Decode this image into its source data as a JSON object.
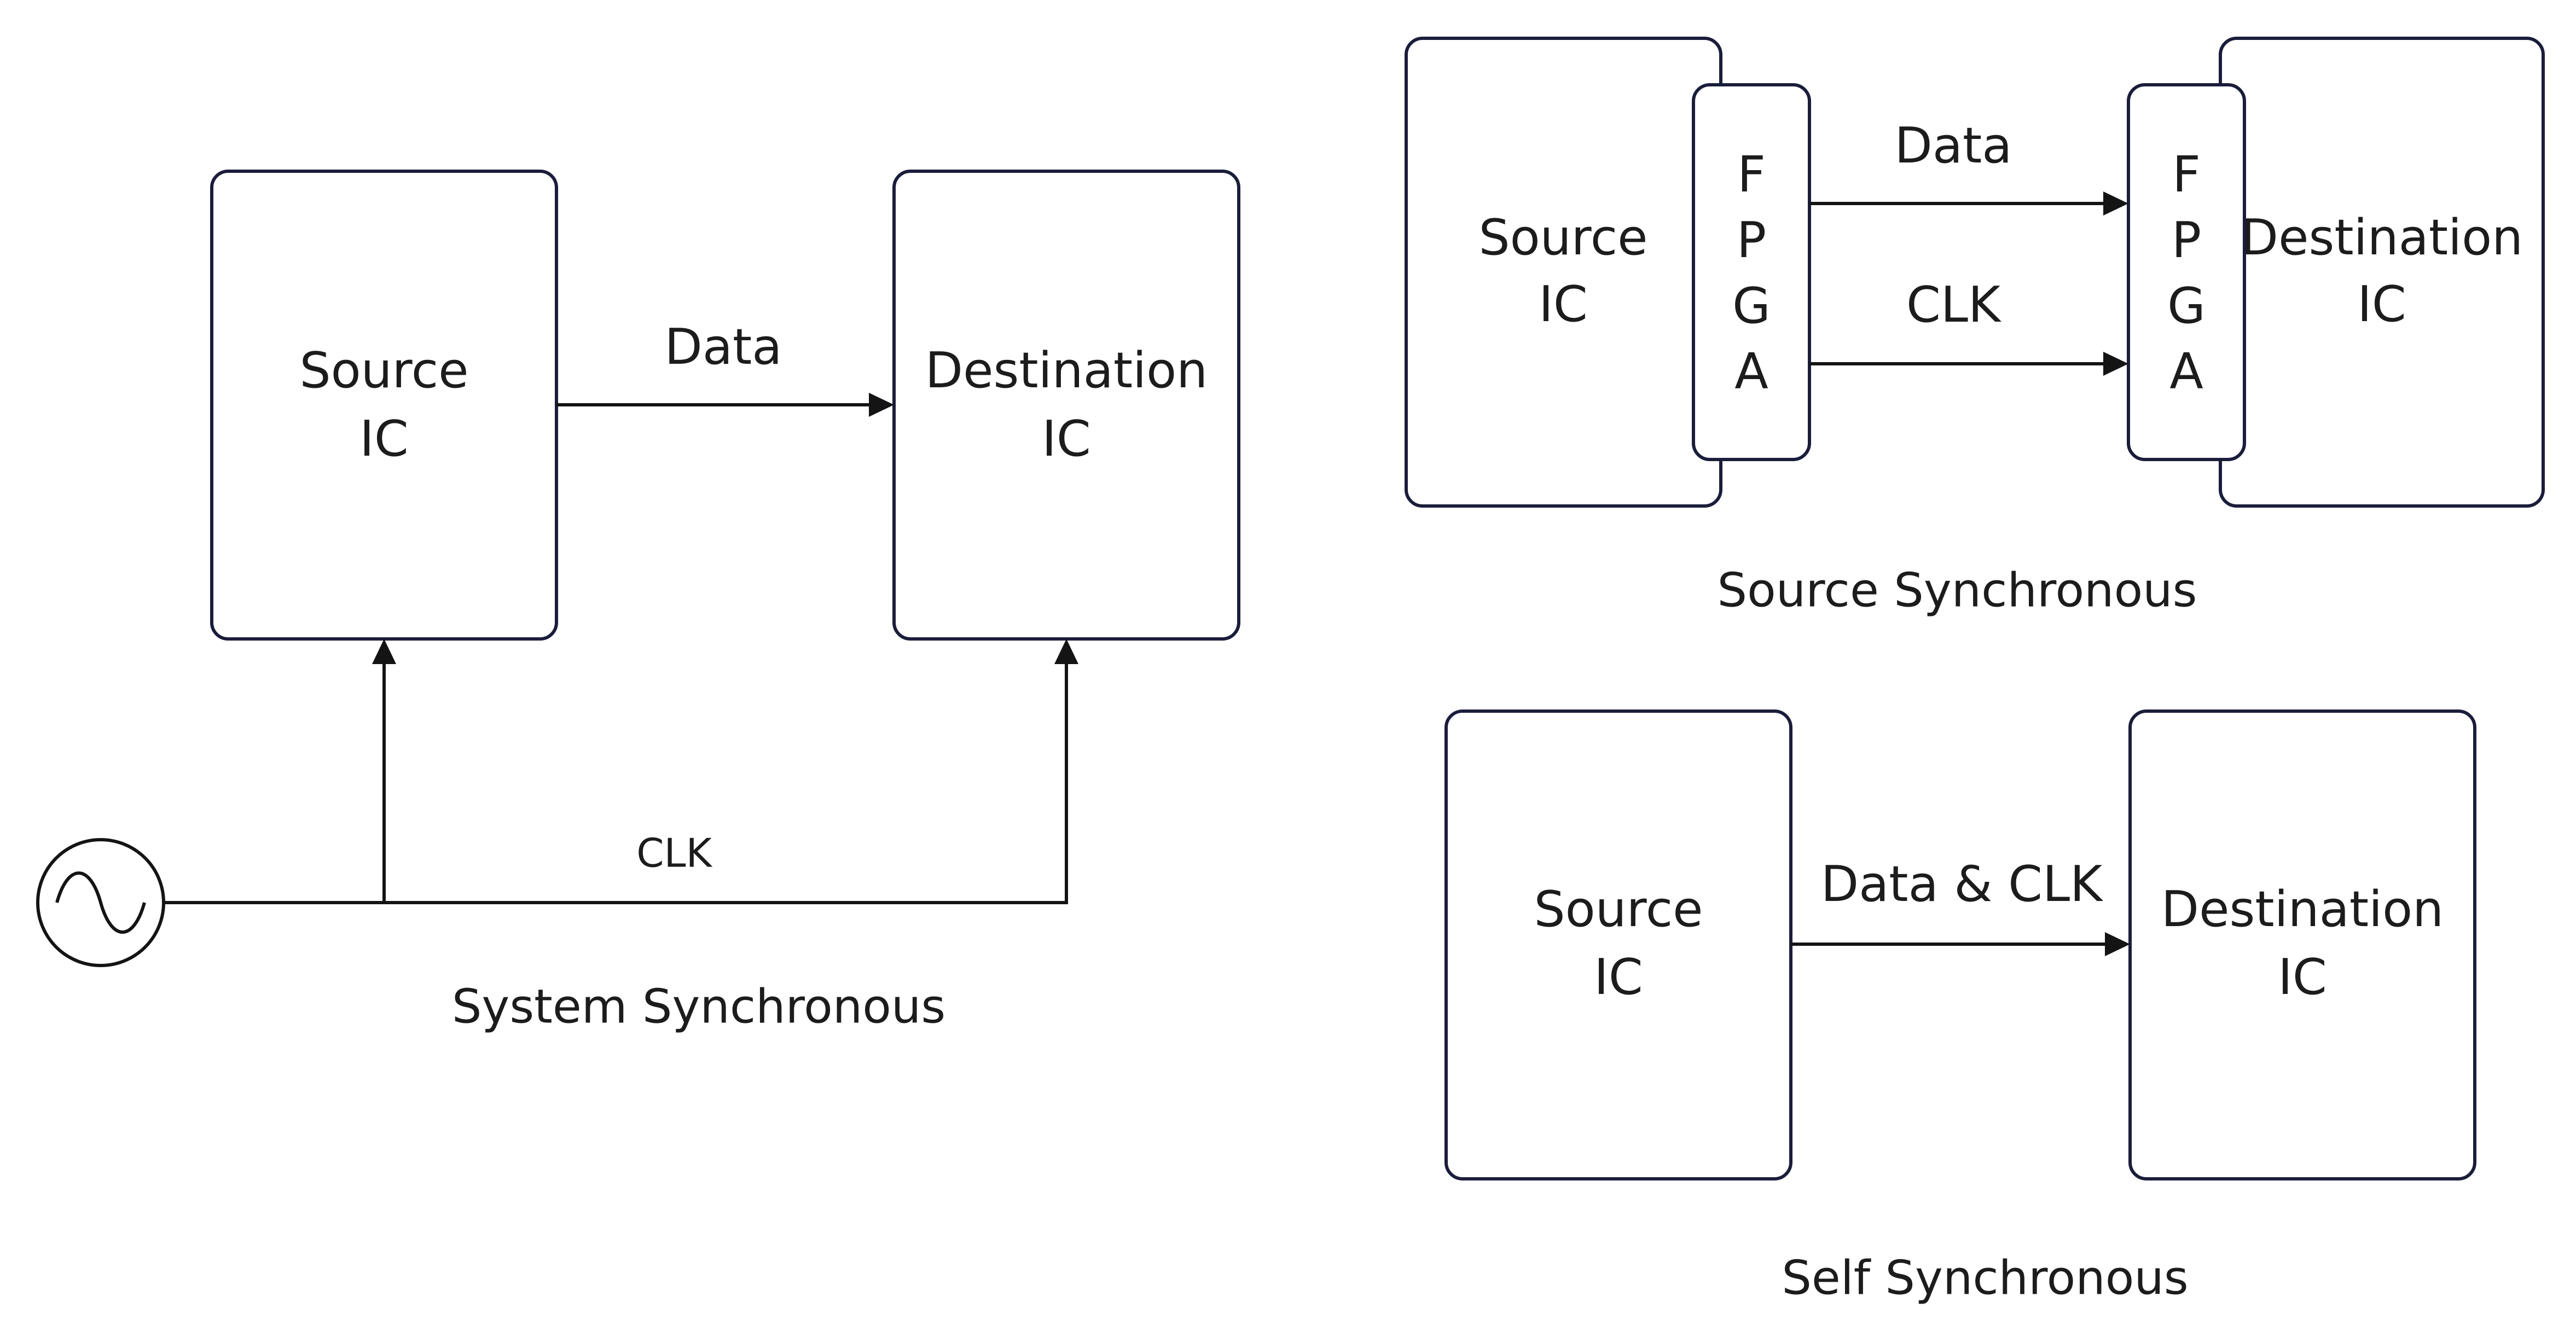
{
  "system": {
    "source_line1": "Source",
    "source_line2": "IC",
    "dest_line1": "Destination",
    "dest_line2": "IC",
    "data_label": "Data",
    "clk_label": "CLK",
    "caption": "System Synchronous"
  },
  "source_sync": {
    "source_line1": "Source",
    "source_line2": "IC",
    "dest_line1": "Destination",
    "dest_line2": "IC",
    "fpga_left": [
      "F",
      "P",
      "G",
      "A"
    ],
    "fpga_right": [
      "F",
      "P",
      "G",
      "A"
    ],
    "data_label": "Data",
    "clk_label": "CLK",
    "caption": "Source Synchronous"
  },
  "self_sync": {
    "source_line1": "Source",
    "source_line2": "IC",
    "dest_line1": "Destination",
    "dest_line2": "IC",
    "link_label": "Data & CLK",
    "caption": "Self Synchronous"
  },
  "colors": {
    "box_stroke": "#1a1d3a",
    "wire": "#141414",
    "text": "#1c1c1c"
  },
  "icons": {
    "oscillator": "sine-wave-icon"
  }
}
